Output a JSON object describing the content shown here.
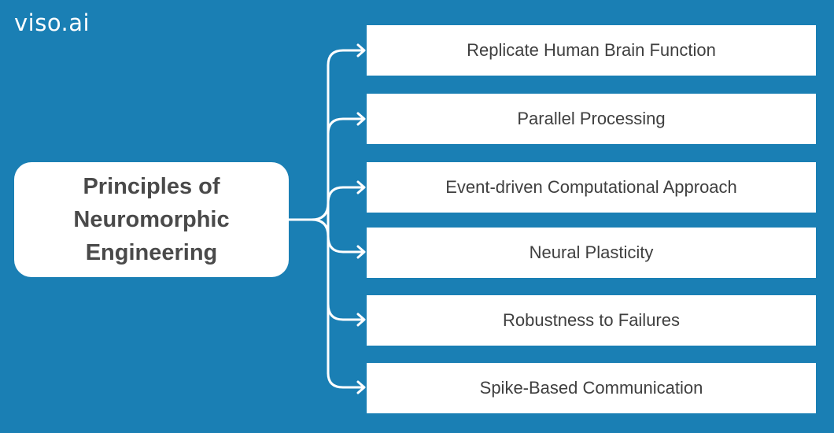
{
  "logo": {
    "text": "viso.ai"
  },
  "center": {
    "title": "Principles of Neuromorphic Engineering"
  },
  "items": [
    {
      "label": "Replicate Human Brain Function"
    },
    {
      "label": "Parallel Processing"
    },
    {
      "label": "Event-driven Computational Approach"
    },
    {
      "label": "Neural Plasticity"
    },
    {
      "label": "Robustness to Failures"
    },
    {
      "label": "Spike-Based Communication"
    }
  ],
  "colors": {
    "background": "#1a7fb4",
    "box": "#ffffff",
    "text": "#4a4a4a",
    "connector": "#ffffff"
  }
}
